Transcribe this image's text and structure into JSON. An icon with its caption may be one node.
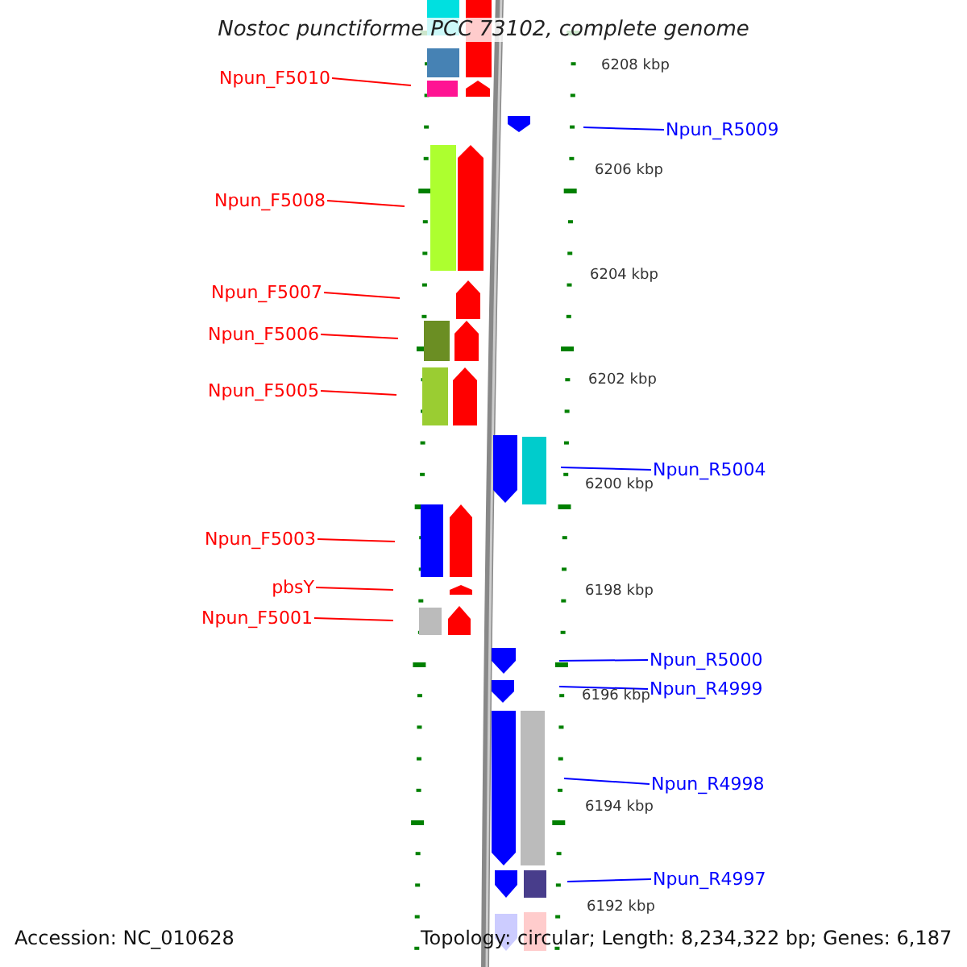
{
  "diagram": {
    "title": "Nostoc punctiforme PCC 73102, complete genome",
    "nodes": [
      {
        "text": [
          "Npun_F5010"
        ]
      },
      {
        "text": [
          "Npun_R5009"
        ]
      },
      {
        "text": [
          "Npun_F5008"
        ]
      },
      {
        "text": [
          "Npun_F5007"
        ]
      },
      {
        "text": [
          "Npun_F5006"
        ]
      },
      {
        "text": [
          "Npun_F5005"
        ]
      },
      {
        "text": [
          "Npun_R5004"
        ]
      },
      {
        "text": [
          "Npun_F5003"
        ]
      },
      {
        "text": [
          "pbsY"
        ]
      },
      {
        "text": [
          "Npun_F5001"
        ]
      },
      {
        "text": [
          "Npun_R5000"
        ]
      },
      {
        "text": [
          "Npun_R4999"
        ]
      },
      {
        "text": [
          "Npun_R4998"
        ]
      },
      {
        "text": [
          "Npun_R4997"
        ]
      }
    ],
    "edges": [
      {
        "from": 0,
        "to": null,
        "arrow": "none"
      },
      {
        "from": 1,
        "to": null,
        "arrow": "none",
        "color": "#0000ff"
      },
      {
        "from": 2,
        "to": null,
        "arrow": "none"
      },
      {
        "from": 3,
        "to": null,
        "arrow": "none"
      },
      {
        "from": 4,
        "to": null,
        "arrow": "none"
      },
      {
        "from": 5,
        "to": null,
        "arrow": "none"
      },
      {
        "from": 6,
        "to": null,
        "arrow": "none",
        "color": "#0000ff"
      },
      {
        "from": 7,
        "to": null,
        "arrow": "none"
      },
      {
        "from": 8,
        "to": null,
        "arrow": "none"
      },
      {
        "from": 9,
        "to": null,
        "arrow": "none"
      },
      {
        "from": 10,
        "to": null,
        "arrow": "none",
        "color": "#0000ff"
      },
      {
        "from": 11,
        "to": null,
        "arrow": "none",
        "color": "#0000ff"
      },
      {
        "from": 12,
        "to": null,
        "arrow": "none",
        "color": "#0000ff"
      },
      {
        "from": 13,
        "to": null,
        "arrow": "none",
        "color": "#0000ff"
      }
    ],
    "labels": [
      "6208 kbp",
      "6206 kbp",
      "6204 kbp",
      "6202 kbp",
      "6200 kbp",
      "6198 kbp",
      "6196 kbp",
      "6194 kbp",
      "6192 kbp",
      "Accession: NC_010628",
      "Topology: circular; Length: 8,234,322 bp; Genes: 6,187"
    ]
  }
}
